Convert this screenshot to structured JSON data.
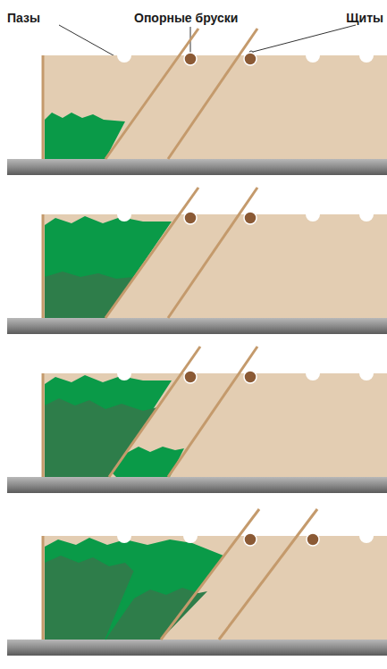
{
  "diagram": {
    "labels": [
      "Пазы",
      "Опорные бруски",
      "Щиты"
    ]
  }
}
